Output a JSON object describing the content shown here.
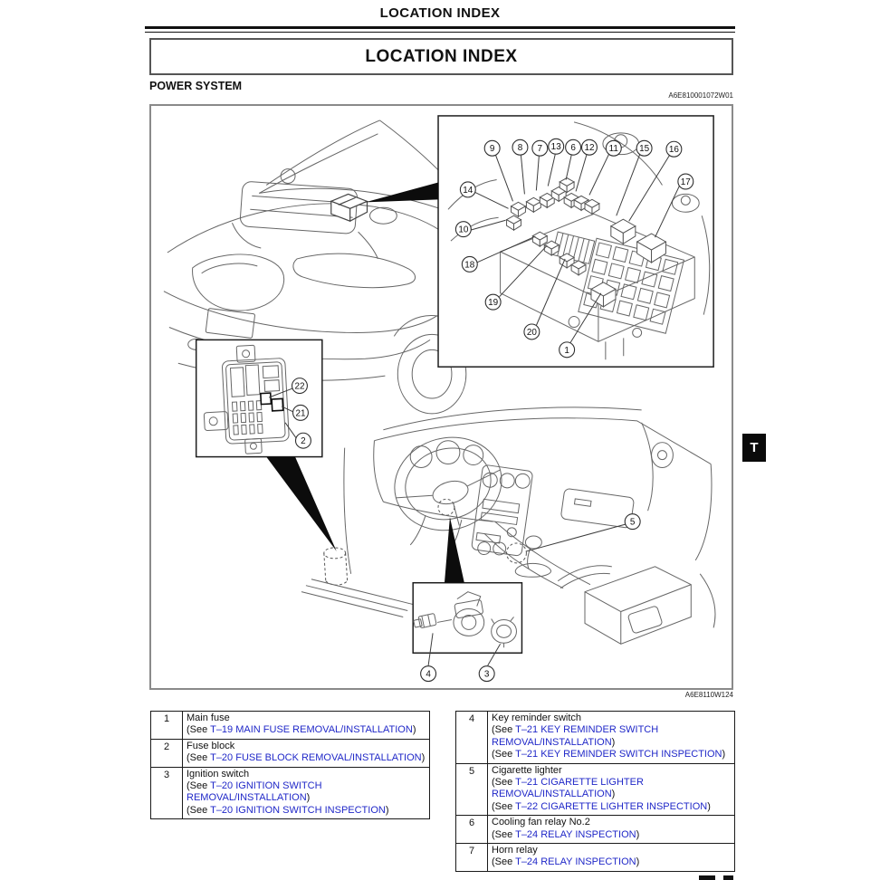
{
  "page": {
    "header_title": "LOCATION INDEX",
    "boxed_title": "LOCATION INDEX",
    "section_title": "POWER SYSTEM",
    "figure_code_top": "A6E810001072W01",
    "figure_code_bottom": "A6E8110W124",
    "side_tab_label": "T"
  },
  "diagram": {
    "callout_labels": [
      "1",
      "2",
      "3",
      "4",
      "5",
      "6",
      "7",
      "8",
      "9",
      "10",
      "11",
      "12",
      "13",
      "14",
      "15",
      "16",
      "17",
      "18",
      "19",
      "20",
      "21",
      "22"
    ]
  },
  "tables": {
    "left": {
      "rows": [
        {
          "num": "1",
          "name": "Main fuse",
          "refs": [
            {
              "pre": "(See ",
              "link": "T–19 MAIN FUSE REMOVAL/INSTALLATION",
              "post": ")"
            }
          ]
        },
        {
          "num": "2",
          "name": "Fuse block",
          "refs": [
            {
              "pre": "(See ",
              "link": "T–20 FUSE BLOCK REMOVAL/INSTALLATION",
              "post": ")"
            }
          ]
        },
        {
          "num": "3",
          "name": "Ignition switch",
          "refs": [
            {
              "pre": "(See ",
              "link": "T–20 IGNITION SWITCH REMOVAL/INSTALLATION",
              "post": ")"
            },
            {
              "pre": "(See ",
              "link": "T–20 IGNITION SWITCH INSPECTION",
              "post": ")"
            }
          ]
        }
      ]
    },
    "right": {
      "rows": [
        {
          "num": "4",
          "name": "Key reminder switch",
          "refs": [
            {
              "pre": "(See ",
              "link": "T–21 KEY REMINDER SWITCH REMOVAL/INSTALLATION",
              "post": ")"
            },
            {
              "pre": "(See ",
              "link": "T–21 KEY REMINDER SWITCH INSPECTION",
              "post": ")"
            }
          ]
        },
        {
          "num": "5",
          "name": "Cigarette lighter",
          "refs": [
            {
              "pre": "(See ",
              "link": "T–21 CIGARETTE LIGHTER REMOVAL/INSTALLATION",
              "post": ")"
            },
            {
              "pre": "(See ",
              "link": "T–22 CIGARETTE LIGHTER INSPECTION",
              "post": ")"
            }
          ]
        },
        {
          "num": "6",
          "name": "Cooling fan relay No.2",
          "refs": [
            {
              "pre": "(See ",
              "link": "T–24 RELAY INSPECTION",
              "post": ")"
            }
          ]
        },
        {
          "num": "7",
          "name": "Horn relay",
          "refs": [
            {
              "pre": "(See ",
              "link": "T–24 RELAY INSPECTION",
              "post": ")"
            }
          ]
        }
      ]
    }
  }
}
